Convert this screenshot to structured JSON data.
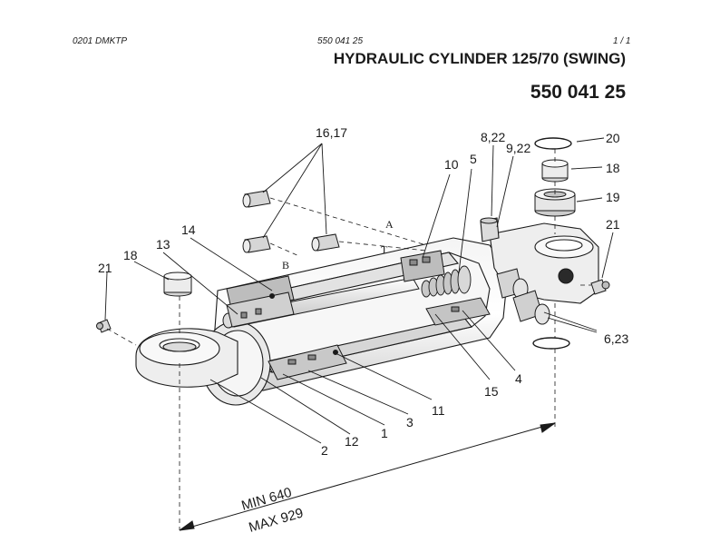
{
  "header": {
    "doc_code": "0201 DMKTP",
    "part_small": "550 041 25",
    "page": "1 /   1"
  },
  "title": "HYDRAULIC CYLINDER 125/70 (SWING)",
  "part_number": "550 041 25",
  "callouts": {
    "c1617": "16,17",
    "c822": "8,22",
    "c922": "9,22",
    "c20": "20",
    "c10": "10",
    "c5": "5",
    "c18r": "18",
    "c19": "19",
    "c21r": "21",
    "c14": "14",
    "c13": "13",
    "c18l": "18",
    "c21l": "21",
    "c623": "6,23",
    "c4": "4",
    "c15": "15",
    "c11": "11",
    "c3": "3",
    "c1": "1",
    "c12": "12",
    "c2": "2"
  },
  "ports": {
    "a": "A",
    "t": "T",
    "b": "B"
  },
  "dimensions": {
    "min": "MIN 640",
    "max": "MAX 929"
  },
  "colors": {
    "ink": "#1a1a1a",
    "shade": "#bdbdbd",
    "mid": "#d8d8d8",
    "light": "#eeeeee"
  }
}
